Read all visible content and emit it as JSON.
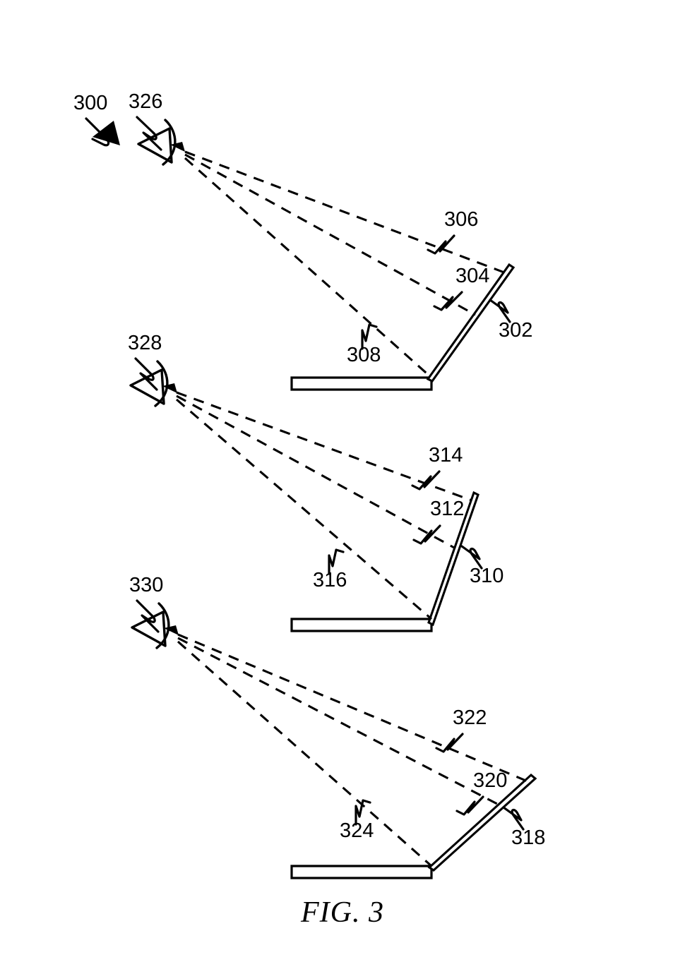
{
  "figure": {
    "caption": "FIG. 3",
    "figure_ref": "300",
    "type": "patent-line-drawing",
    "description": "Three side views of a hinged display device at progressively shallower screen tilt angles, each with a viewer eye and three dashed viewing rays.",
    "background_color": "#ffffff",
    "line_color": "#000000"
  },
  "panels": [
    {
      "id": "top",
      "device_label": "302",
      "eye_label": "326",
      "ray_labels": [
        "306",
        "304",
        "308"
      ],
      "screen_tilt_description": "steep",
      "device_name": "display-panel-302",
      "base_name": "base-plate-top"
    },
    {
      "id": "middle",
      "device_label": "310",
      "eye_label": "328",
      "ray_labels": [
        "314",
        "312",
        "316"
      ],
      "screen_tilt_description": "steepest",
      "device_name": "display-panel-310",
      "base_name": "base-plate-middle"
    },
    {
      "id": "bottom",
      "device_label": "318",
      "eye_label": "330",
      "ray_labels": [
        "322",
        "320",
        "324"
      ],
      "screen_tilt_description": "shallow",
      "device_name": "display-panel-318",
      "base_name": "base-plate-bottom"
    }
  ],
  "labels": {
    "fig_ref_300": "300",
    "eye_326": "326",
    "ray_306": "306",
    "ray_304": "304",
    "device_302": "302",
    "ray_308": "308",
    "eye_328": "328",
    "ray_314": "314",
    "ray_312": "312",
    "device_310": "310",
    "ray_316": "316",
    "eye_330": "330",
    "ray_322": "322",
    "ray_320": "320",
    "device_318": "318",
    "ray_324": "324",
    "caption": "FIG. 3"
  }
}
